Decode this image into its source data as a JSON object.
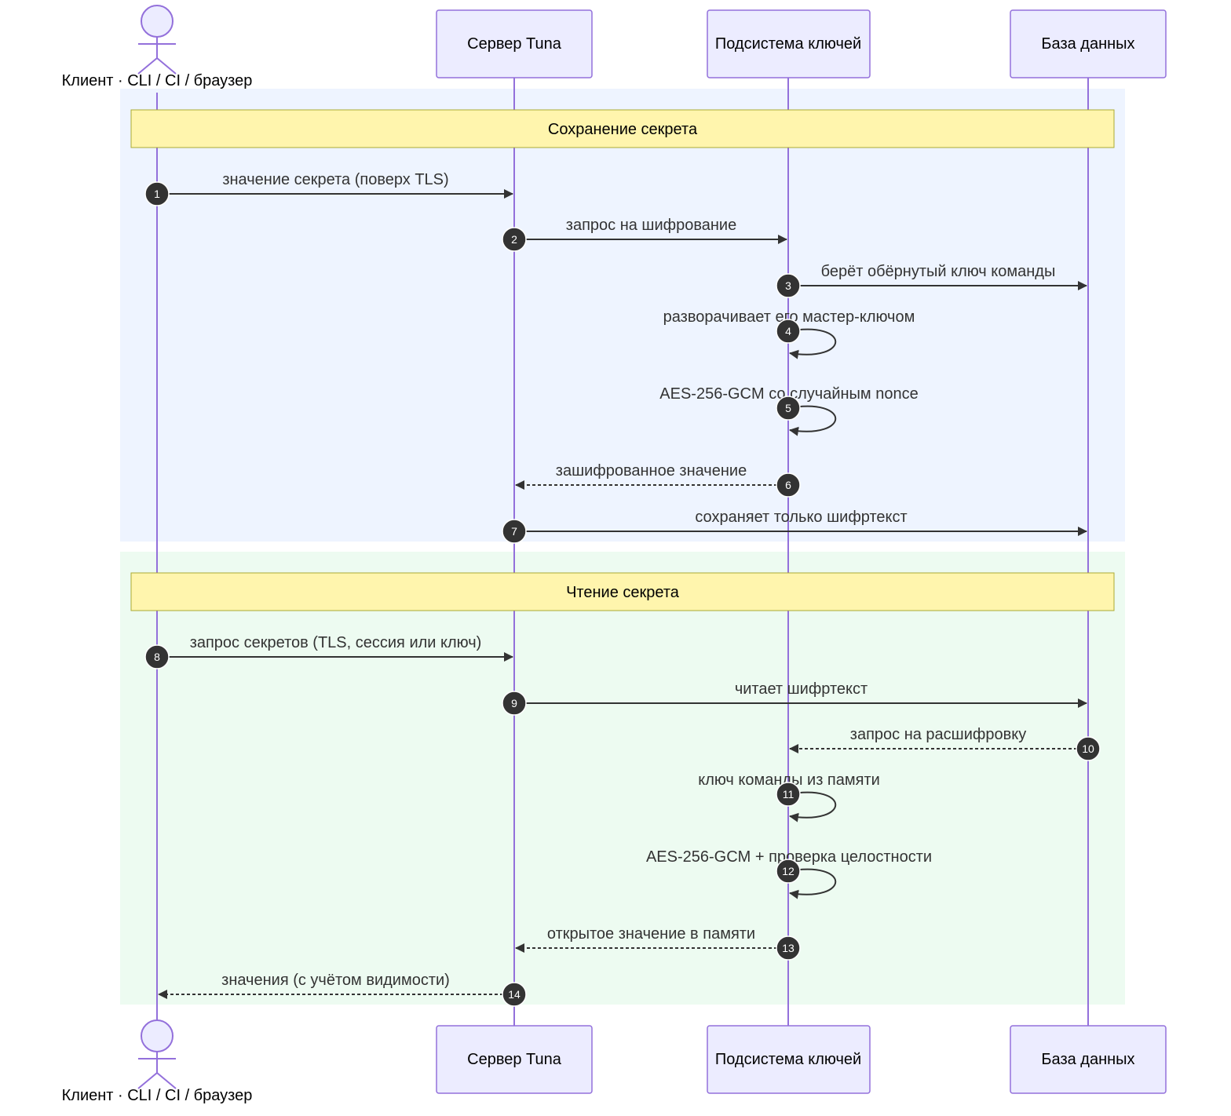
{
  "colors": {
    "participant_fill": "#ECECFF",
    "participant_stroke": "#9370DB",
    "lifeline": "#9370DB",
    "section_store_bg": "#EEF4FF",
    "section_read_bg": "#EDFBF1",
    "note_fill": "#FFF5AD",
    "note_stroke": "#AAAA33",
    "arrow": "#333333",
    "badge": "#333333"
  },
  "participants": [
    {
      "id": "client",
      "type": "actor",
      "label": "Клиент · CLI / CI / браузер"
    },
    {
      "id": "server",
      "type": "box",
      "label": "Сервер Tuna"
    },
    {
      "id": "keys",
      "type": "box",
      "label": "Подсистема ключей"
    },
    {
      "id": "db",
      "type": "box",
      "label": "База данных"
    }
  ],
  "sections": [
    {
      "id": "store",
      "title": "Сохранение секрета"
    },
    {
      "id": "read",
      "title": "Чтение секрета"
    }
  ],
  "messages": [
    {
      "n": "1",
      "from": "client",
      "to": "server",
      "style": "solid",
      "text": "значение секрета (поверх TLS)"
    },
    {
      "n": "2",
      "from": "server",
      "to": "keys",
      "style": "solid",
      "text": "запрос на шифрование"
    },
    {
      "n": "3",
      "from": "keys",
      "to": "db",
      "style": "solid",
      "text": "берёт обёрнутый ключ команды"
    },
    {
      "n": "4",
      "from": "keys",
      "to": "keys",
      "style": "solid",
      "text": "разворачивает его мастер-ключом"
    },
    {
      "n": "5",
      "from": "keys",
      "to": "keys",
      "style": "solid",
      "text": "AES-256-GCM со случайным nonce"
    },
    {
      "n": "6",
      "from": "keys",
      "to": "server",
      "style": "dashed",
      "text": "зашифрованное значение"
    },
    {
      "n": "7",
      "from": "server",
      "to": "db",
      "style": "solid",
      "text": "сохраняет только шифртекст"
    },
    {
      "n": "8",
      "from": "client",
      "to": "server",
      "style": "solid",
      "text": "запрос секретов (TLS, сессия или ключ)"
    },
    {
      "n": "9",
      "from": "server",
      "to": "db",
      "style": "solid",
      "text": "читает шифртекст"
    },
    {
      "n": "10",
      "from": "db",
      "to": "keys",
      "style": "dashed",
      "text": "запрос на расшифровку"
    },
    {
      "n": "11",
      "from": "keys",
      "to": "keys",
      "style": "solid",
      "text": "ключ команды из памяти"
    },
    {
      "n": "12",
      "from": "keys",
      "to": "keys",
      "style": "solid",
      "text": "AES-256-GCM + проверка целостности"
    },
    {
      "n": "13",
      "from": "keys",
      "to": "server",
      "style": "dashed",
      "text": "открытое значение в памяти"
    },
    {
      "n": "14",
      "from": "server",
      "to": "client",
      "style": "dashed",
      "text": "значения (с учётом видимости)"
    }
  ]
}
